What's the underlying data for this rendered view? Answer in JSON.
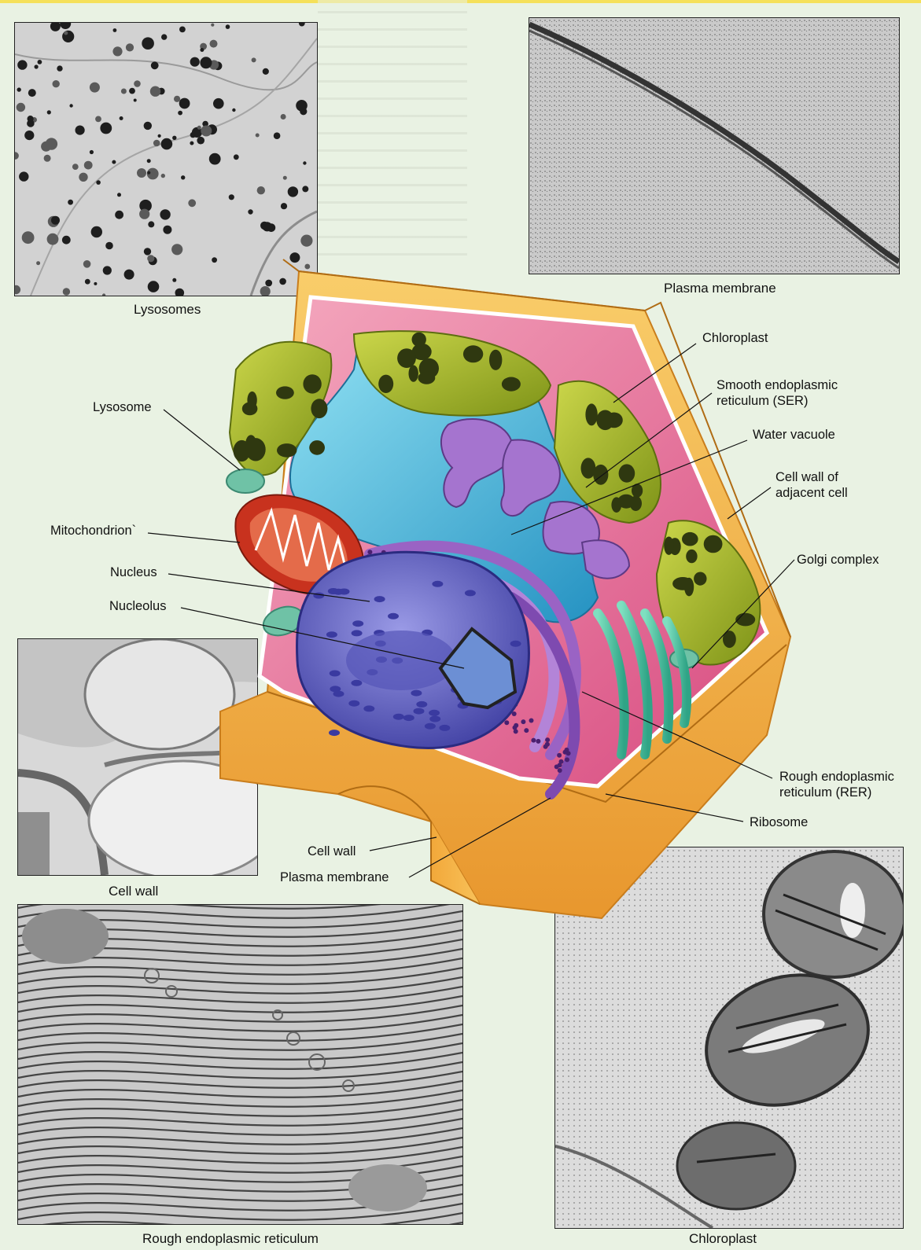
{
  "micrographs": {
    "lysosomes": {
      "caption": "Lysosomes"
    },
    "plasma_membrane": {
      "caption": "Plasma membrane"
    },
    "cell_wall": {
      "caption": "Cell wall"
    },
    "rough_er": {
      "caption": "Rough endoplasmic reticulum"
    },
    "chloroplast": {
      "caption": "Chloroplast"
    }
  },
  "labels": {
    "chloroplast": "Chloroplast",
    "ser_line1": "Smooth endoplasmic",
    "ser_line2": "reticulum (SER)",
    "water_vacuole": "Water vacuole",
    "cell_wall_adj_line1": "Cell wall of",
    "cell_wall_adj_line2": "adjacent cell",
    "golgi": "Golgi complex",
    "rer_line1": "Rough endoplasmic",
    "rer_line2": "reticulum (RER)",
    "ribosome": "Ribosome",
    "lysosome": "Lysosome",
    "mitochondrion": "Mitochondrion`",
    "nucleus": "Nucleus",
    "nucleolus": "Nucleolus",
    "cell_wall": "Cell wall",
    "plasma_membrane": "Plasma membrane"
  },
  "colors": {
    "background": "#e9f2e3",
    "cell_wall": "#f4b24a",
    "cytoplasm": "#e46b93",
    "vacuole": "#3fb6d8",
    "chloroplast": "#a7b82a",
    "mitochondrion": "#c8321e",
    "nucleus": "#5e5ec0",
    "golgi": "#4cc0a0",
    "er": "#9a63c4",
    "lysosome": "#6fc2a6"
  }
}
